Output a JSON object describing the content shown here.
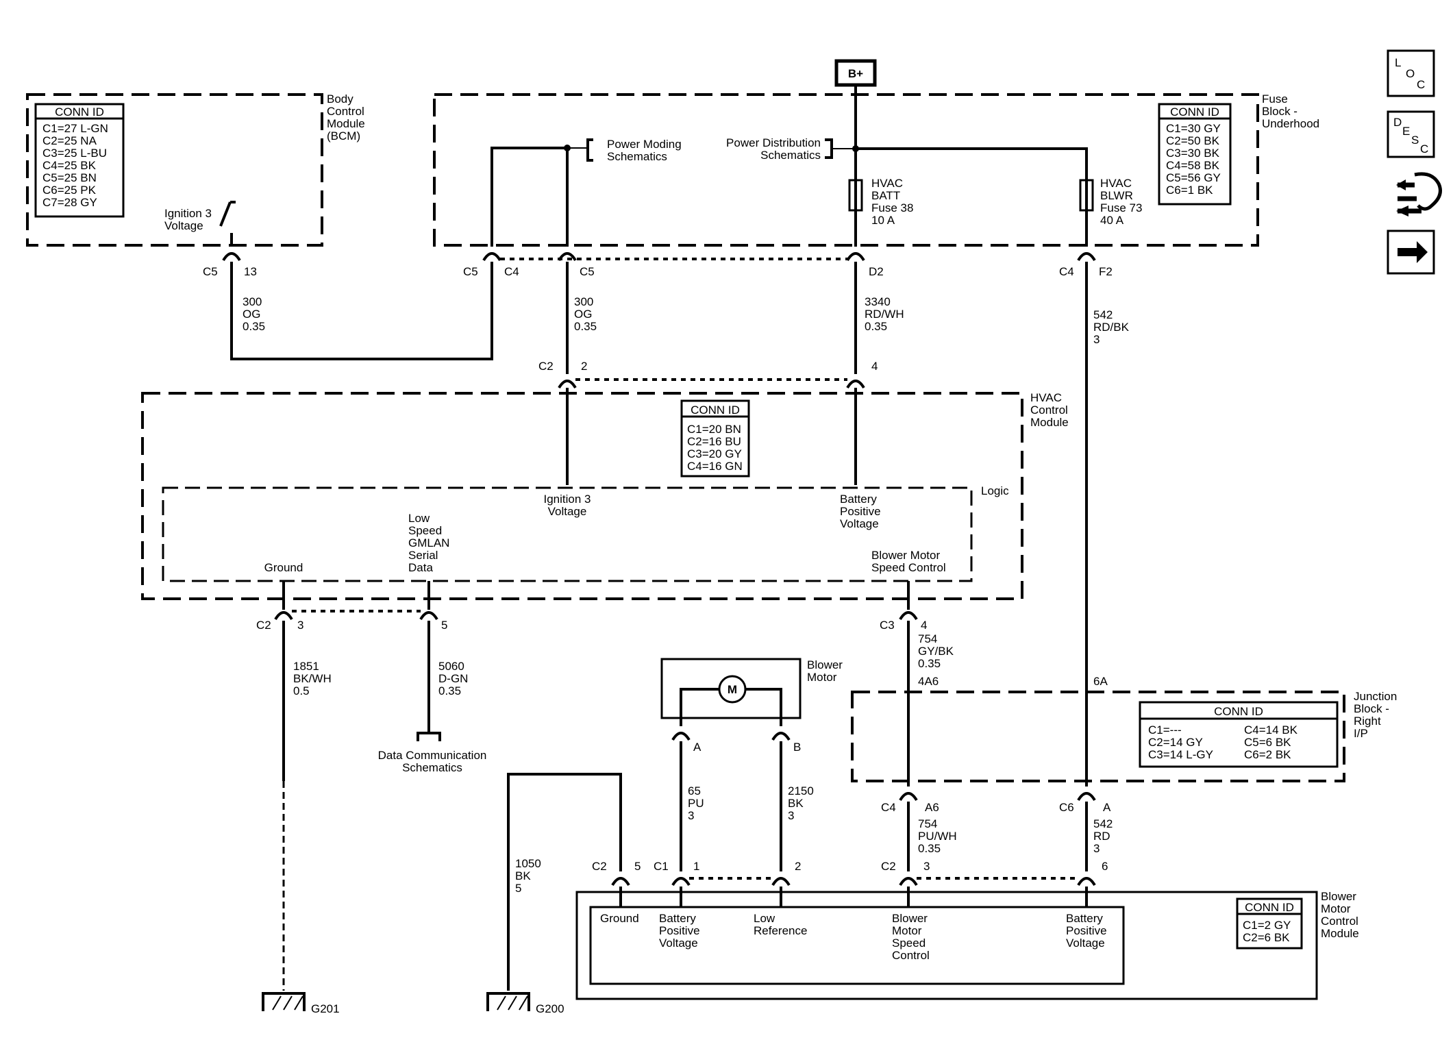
{
  "power_source": "B+",
  "nav": {
    "loc": [
      "L",
      "O",
      "C"
    ],
    "desc": [
      "D",
      "E",
      "S",
      "C"
    ]
  },
  "bcm": {
    "name": [
      "Body",
      "Control",
      "Module",
      "(BCM)"
    ],
    "conn_title": "CONN ID",
    "conn": [
      "C1=27 L-GN",
      "C2=25 NA",
      "C3=25 L-BU",
      "C4=25 BK",
      "C5=25 BN",
      "C6=25 PK",
      "C7=28 GY"
    ],
    "ign_label": [
      "Ignition 3",
      "Voltage"
    ],
    "pin_conn": "C5",
    "pin": "13",
    "wire": [
      "300",
      "OG",
      "0.35"
    ]
  },
  "fuse_block": {
    "name": [
      "Fuse",
      "Block -",
      "Underhood"
    ],
    "conn_title": "CONN ID",
    "conn": [
      "C1=30 GY",
      "C2=50 BK",
      "C3=30 BK",
      "C4=58 BK",
      "C5=56 GY",
      "C6=1 BK"
    ],
    "power_moding": [
      "Power Moding",
      "Schematics"
    ],
    "power_dist": [
      "Power Distribution",
      "Schematics"
    ],
    "fuse38": [
      "HVAC",
      "BATT",
      "Fuse 38",
      "10 A"
    ],
    "fuse73": [
      "HVAC",
      "BLWR",
      "Fuse 73",
      "40 A"
    ],
    "pins": {
      "c5": "C5",
      "c4": "C4",
      "c5b": "C5",
      "d2": "D2",
      "c4b": "C4",
      "f2": "F2"
    },
    "wire_ign": [
      "300",
      "OG",
      "0.35"
    ],
    "wire_batt": [
      "3340",
      "RD/WH",
      "0.35"
    ],
    "wire_blwr": [
      "542",
      "RD/BK",
      "3"
    ]
  },
  "hvac": {
    "name": [
      "HVAC",
      "Control",
      "Module"
    ],
    "conn_title": "CONN ID",
    "conn": [
      "C1=20 BN",
      "C2=16 BU",
      "C3=20 GY",
      "C4=16 GN"
    ],
    "c2": "C2",
    "pin2": "2",
    "pin4": "4",
    "logic": "Logic",
    "ign": [
      "Ignition 3",
      "Voltage"
    ],
    "batt": [
      "Battery",
      "Positive",
      "Voltage"
    ],
    "gmlan": [
      "Low",
      "Speed",
      "GMLAN",
      "Serial",
      "Data"
    ],
    "ground": "Ground",
    "bms": [
      "Blower Motor",
      "Speed Control"
    ],
    "c2b": "C2",
    "pin3": "3",
    "pin5": "5",
    "c3": "C3",
    "pin4b": "4"
  },
  "wires": {
    "gnd": [
      "1851",
      "BK/WH",
      "0.5"
    ],
    "data": [
      "5060",
      "D-GN",
      "0.35"
    ],
    "speed": [
      "754",
      "GY/BK",
      "0.35"
    ],
    "speed_splice": "4A6",
    "blwr_splice": "6A",
    "data_comm": [
      "Data Communication",
      "Schematics"
    ]
  },
  "blower_motor": {
    "name": [
      "Blower",
      "Motor"
    ],
    "symbol": "M",
    "pin_a": "A",
    "pin_b": "B",
    "wire_a": [
      "65",
      "PU",
      "3"
    ],
    "wire_b": [
      "2150",
      "BK",
      "3"
    ]
  },
  "junction": {
    "name": [
      "Junction",
      "Block -",
      "Right",
      "I/P"
    ],
    "conn_title": "CONN ID",
    "conn_left": [
      "C1=---",
      "C2=14 GY",
      "C3=14 L-GY"
    ],
    "conn_right": [
      "C4=14 BK",
      "C5=6 BK",
      "C6=2 BK"
    ],
    "c4": "C4",
    "a6": "A6",
    "c6": "C6",
    "a": "A",
    "wire_speed": [
      "754",
      "PU/WH",
      "0.35"
    ],
    "wire_blwr": [
      "542",
      "RD",
      "3"
    ]
  },
  "bmcm": {
    "name": [
      "Blower",
      "Motor",
      "Control",
      "Module"
    ],
    "conn_title": "CONN ID",
    "conn": [
      "C1=2 GY",
      "C2=6 BK"
    ],
    "pins": {
      "c2": "C2",
      "p5": "5",
      "c1": "C1",
      "p1": "1",
      "p2": "2",
      "c2b": "C2",
      "p3": "3",
      "p6": "6"
    },
    "ground": "Ground",
    "batt1": [
      "Battery",
      "Positive",
      "Voltage"
    ],
    "low_ref": [
      "Low",
      "Reference"
    ],
    "speed": [
      "Blower",
      "Motor",
      "Speed",
      "Control"
    ],
    "batt2": [
      "Battery",
      "Positive",
      "Voltage"
    ],
    "wire_gnd": [
      "1050",
      "BK",
      "5"
    ]
  },
  "grounds": {
    "g201": "G201",
    "g200": "G200"
  }
}
